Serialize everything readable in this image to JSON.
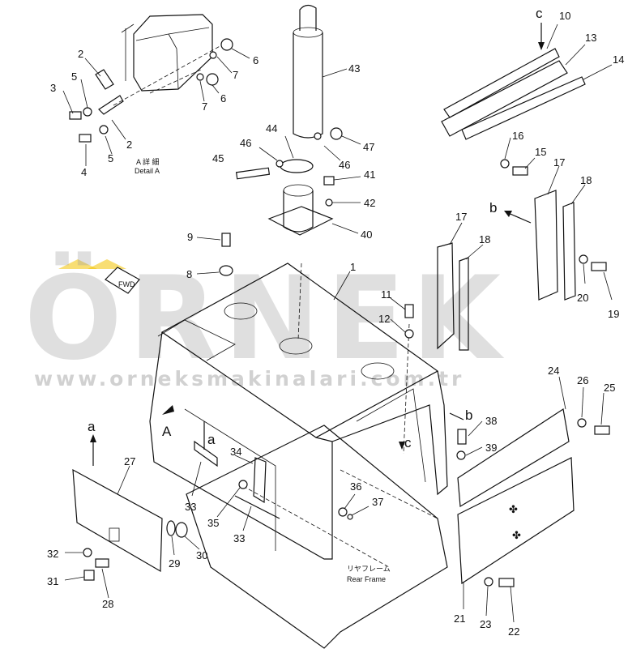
{
  "watermark": {
    "brand": "ÖRNEK",
    "url": "www.orneksmakinalari.com.tr",
    "accent_color": "#f2c200"
  },
  "detail": {
    "title_jp": "A 詳 細",
    "title_en": "Detail A"
  },
  "frame_label": {
    "jp": "リヤフレーム",
    "en": "Rear Frame"
  },
  "direction_marker": "FWD",
  "view_letters": {
    "A": "A",
    "a": "a",
    "b": "b",
    "c": "c"
  },
  "callouts": [
    "1",
    "2",
    "3",
    "4",
    "5",
    "6",
    "7",
    "8",
    "9",
    "10",
    "11",
    "12",
    "13",
    "14",
    "15",
    "16",
    "17",
    "18",
    "19",
    "20",
    "21",
    "22",
    "23",
    "24",
    "25",
    "26",
    "27",
    "28",
    "29",
    "30",
    "31",
    "32",
    "33",
    "34",
    "35",
    "36",
    "37",
    "38",
    "39",
    "40",
    "41",
    "42",
    "43",
    "44",
    "45",
    "46",
    "47"
  ]
}
